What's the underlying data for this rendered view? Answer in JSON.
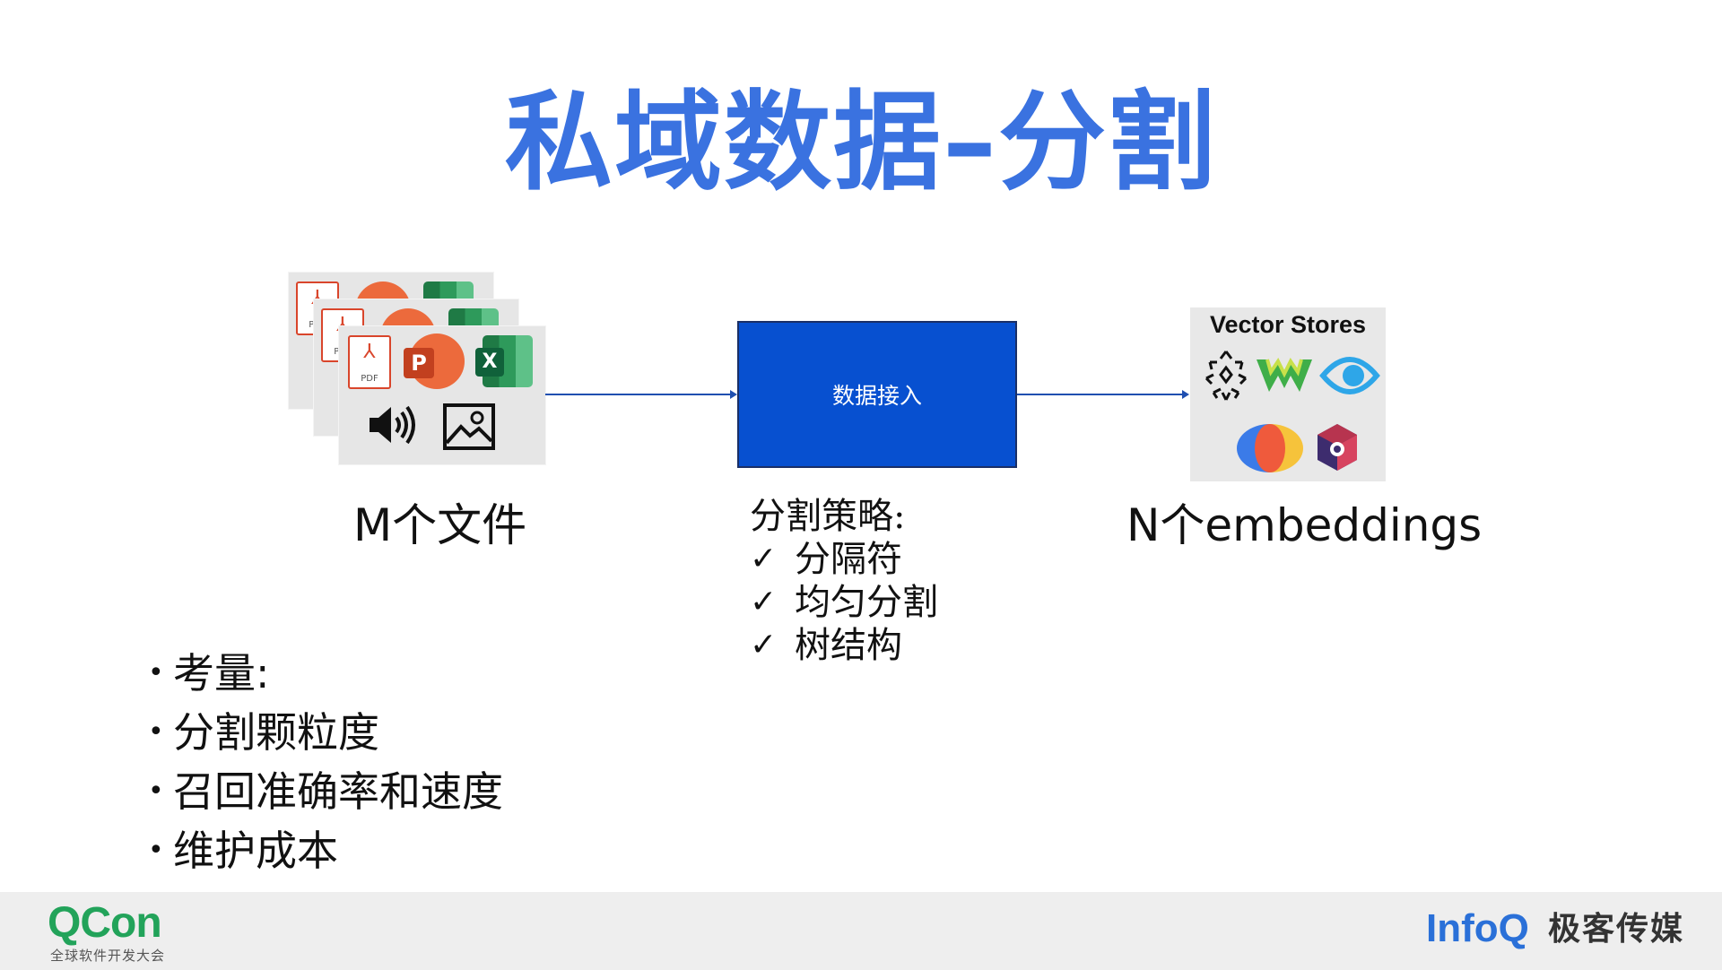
{
  "slide": {
    "title": "私域数据–分割"
  },
  "left_group": {
    "pdf_label": "PDF",
    "ppt_letter": "P",
    "excel_letter": "X",
    "caption": "M个文件",
    "icons": [
      "pdf-icon",
      "powerpoint-icon",
      "excel-icon",
      "speaker-icon",
      "image-icon"
    ]
  },
  "center_group": {
    "box_label": "数据接入",
    "strategy_title": "分割策略:",
    "check_mark": "✓",
    "strategies": [
      "分隔符",
      "均匀分割",
      "树结构"
    ]
  },
  "right_group": {
    "panel_title": "Vector Stores",
    "caption": "N个embeddings",
    "icons": [
      "chroma-icon",
      "weaviate-icon",
      "pinecone-icon",
      "milvus-icon",
      "qdrant-icon"
    ]
  },
  "considerations": {
    "bullet": "•",
    "items": [
      "考量:",
      "分割颗粒度",
      "召回准确率和速度",
      "维护成本"
    ]
  },
  "footer": {
    "left_logo": "QCon",
    "left_subtitle": "全球软件开发大会",
    "right_logo": "InfoQ",
    "right_subtitle": "极客传媒"
  },
  "colors": {
    "title": "#3a72e0",
    "ingest_box": "#0750d0",
    "arrow": "#1f4fb0",
    "qcon": "#22a35a",
    "infoq": "#2a70d8"
  }
}
